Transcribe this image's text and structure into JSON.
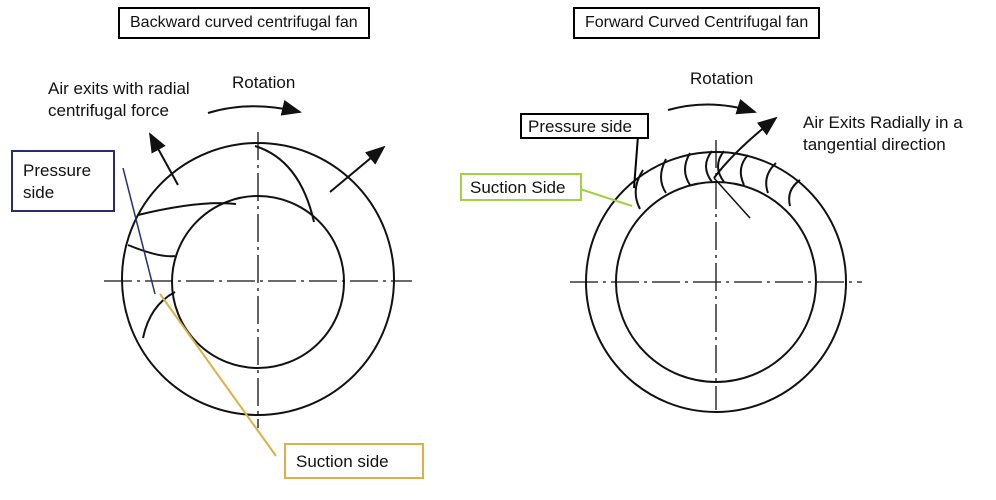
{
  "backward": {
    "title": "Backward curved centrifugal fan",
    "air_label": "Air exits with radial\ncentrifugal force",
    "rotation_label": "Rotation",
    "pressure_label": "Pressure\nside",
    "suction_label": "Suction side"
  },
  "forward": {
    "title": "Forward Curved Centrifugal fan",
    "rotation_label": "Rotation",
    "pressure_label": "Pressure side",
    "suction_label": "Suction Side",
    "air_label": "Air Exits Radially in a\ntangential direction"
  },
  "colors": {
    "line": "#111111",
    "pressure_box_border": "#2b2b6e",
    "suction_box_border": "#d8b248",
    "forward_suction_border": "#a3d045",
    "forward_pressure_border": "#000000"
  }
}
